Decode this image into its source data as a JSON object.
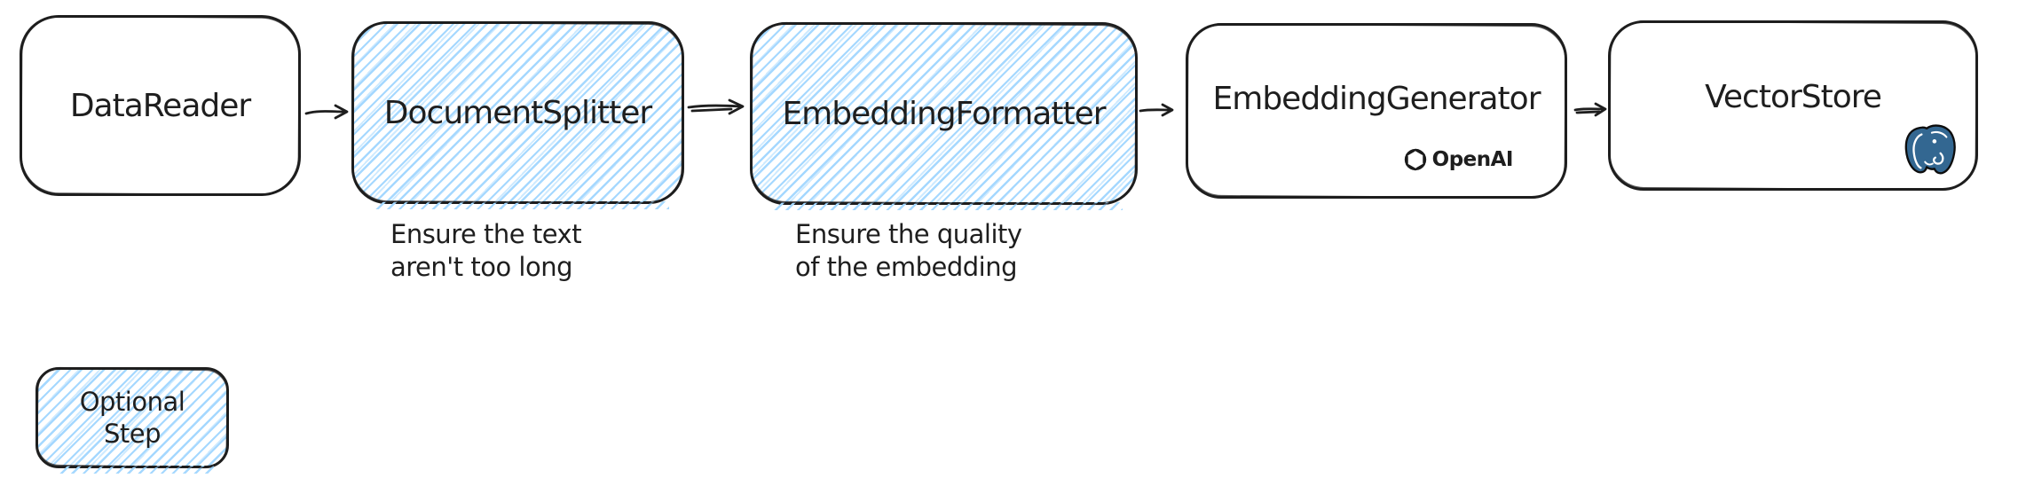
{
  "colors": {
    "stroke": "#1e1e1e",
    "hachure_blue": "#a5d8ff",
    "postgres_blue": "#336791",
    "background": "#ffffff"
  },
  "pipeline": {
    "nodes": [
      {
        "label": "DataReader",
        "style": "plain"
      },
      {
        "label": "DocumentSplitter",
        "style": "optional-hatched",
        "note": "Ensure the text\naren't too long"
      },
      {
        "label": "EmbeddingFormatter",
        "style": "optional-hatched",
        "note": "Ensure the quality\nof the embedding"
      },
      {
        "label": "EmbeddingGenerator",
        "style": "plain",
        "badge": "OpenAI",
        "badge_icon": "openai-logo"
      },
      {
        "label": "VectorStore",
        "style": "plain",
        "badge_icon": "postgresql-elephant-logo"
      }
    ],
    "arrows": [
      {
        "from": "DataReader",
        "to": "DocumentSplitter"
      },
      {
        "from": "DocumentSplitter",
        "to": "EmbeddingFormatter"
      },
      {
        "from": "EmbeddingFormatter",
        "to": "EmbeddingGenerator"
      },
      {
        "from": "EmbeddingGenerator",
        "to": "VectorStore"
      }
    ]
  },
  "legend": {
    "label": "Optional\nStep"
  }
}
